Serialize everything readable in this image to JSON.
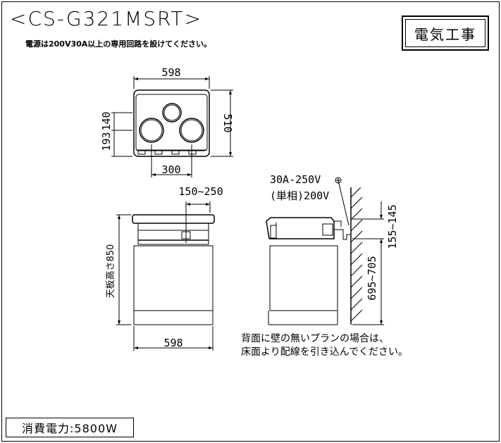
{
  "header": {
    "title": "<CS-G321MSRT>",
    "subtitle": "電源は200V30A以上の専用回路を設けてください。",
    "badge": "電気工事"
  },
  "top_view": {
    "width_label": "598",
    "depth_label": "510",
    "side_label_a": "193",
    "side_label_b": "140",
    "bottom_label": "300"
  },
  "front_view": {
    "range_label": "150~250",
    "height_label": "天板高さ850",
    "width_label": "598"
  },
  "side_view": {
    "outlet_label": "30A-250V",
    "outlet_sub_label": "(単相)200V",
    "upper_range_label": "155~145",
    "lower_range_label": "695~705"
  },
  "note": {
    "line1": "背面に壁の無いプランの場合は、",
    "line2": "床面より配線を引き込んでください。"
  },
  "footer": {
    "power_label": "消費電力:5800W"
  }
}
